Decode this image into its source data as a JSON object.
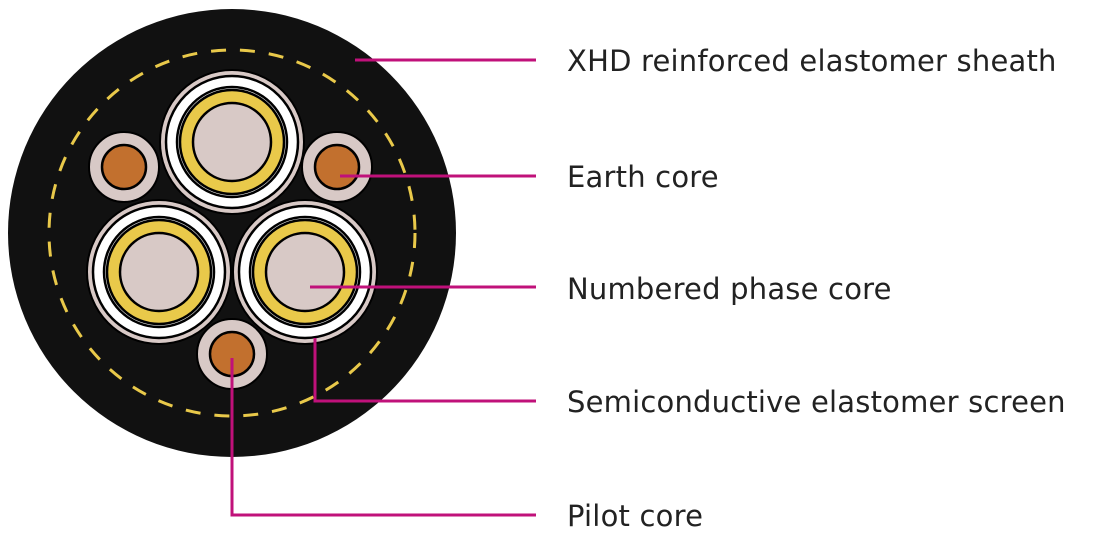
{
  "title": "Cable cross-section",
  "colors": {
    "sheath": "#111111",
    "insulation": "#d8c9c6",
    "conductor_earth": "#c2702e",
    "semicon_tape": "#e9c94a",
    "screen_white": "#ffffff",
    "leader": "#c0117a",
    "dash": "#e9c94a"
  },
  "labels": [
    {
      "id": "sheath",
      "text": "XHD reinforced elastomer sheath"
    },
    {
      "id": "earth",
      "text": "Earth core"
    },
    {
      "id": "phase",
      "text": "Numbered phase core"
    },
    {
      "id": "screen",
      "text": "Semiconductive elastomer screen"
    },
    {
      "id": "pilot",
      "text": "Pilot core"
    }
  ]
}
